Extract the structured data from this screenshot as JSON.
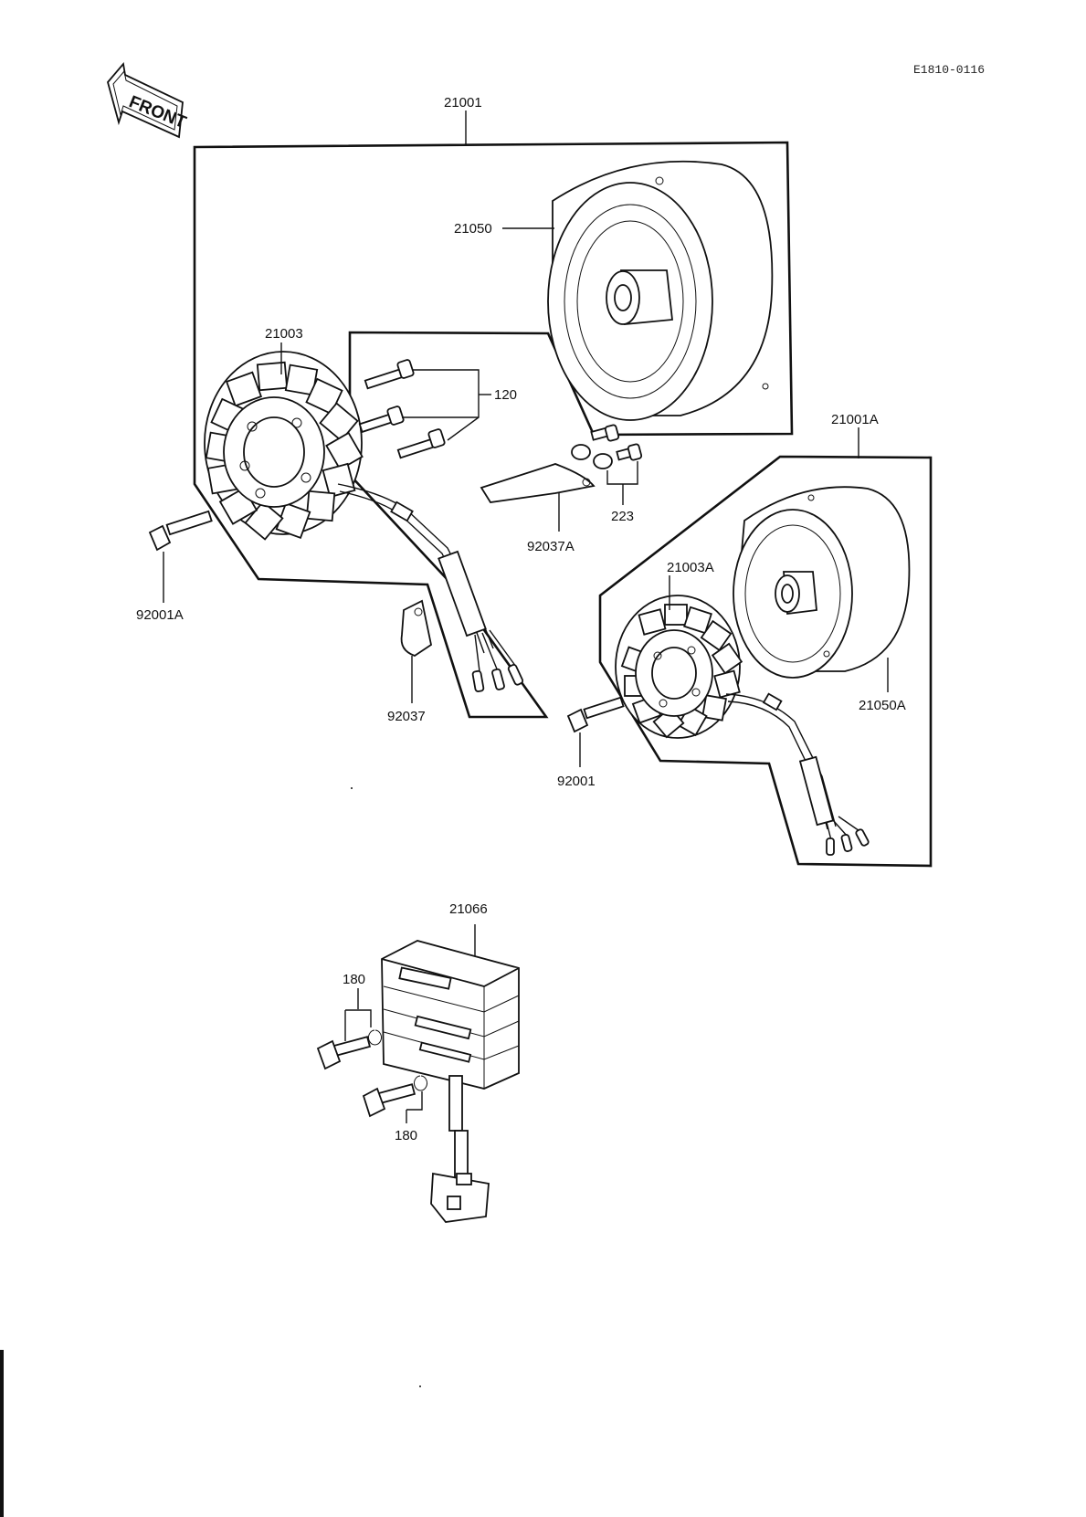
{
  "drawing_code": "E1810-0116",
  "front_arrow": {
    "label": "FRONT",
    "icon": "front-arrow-icon"
  },
  "parts": {
    "assembly": "21001",
    "assembly_alt": "21001A",
    "flywheel": "21050",
    "flywheel_alt": "21050A",
    "stator": "21003",
    "stator_alt": "21003A",
    "screw_set": "120",
    "bolt_washer": "223",
    "plate": "92037A",
    "bolt": "92001A",
    "bolt_alt": "92001",
    "clamp": "92037",
    "regulator": "21066",
    "bolt_180_upper": "180",
    "bolt_180_lower": "180"
  }
}
